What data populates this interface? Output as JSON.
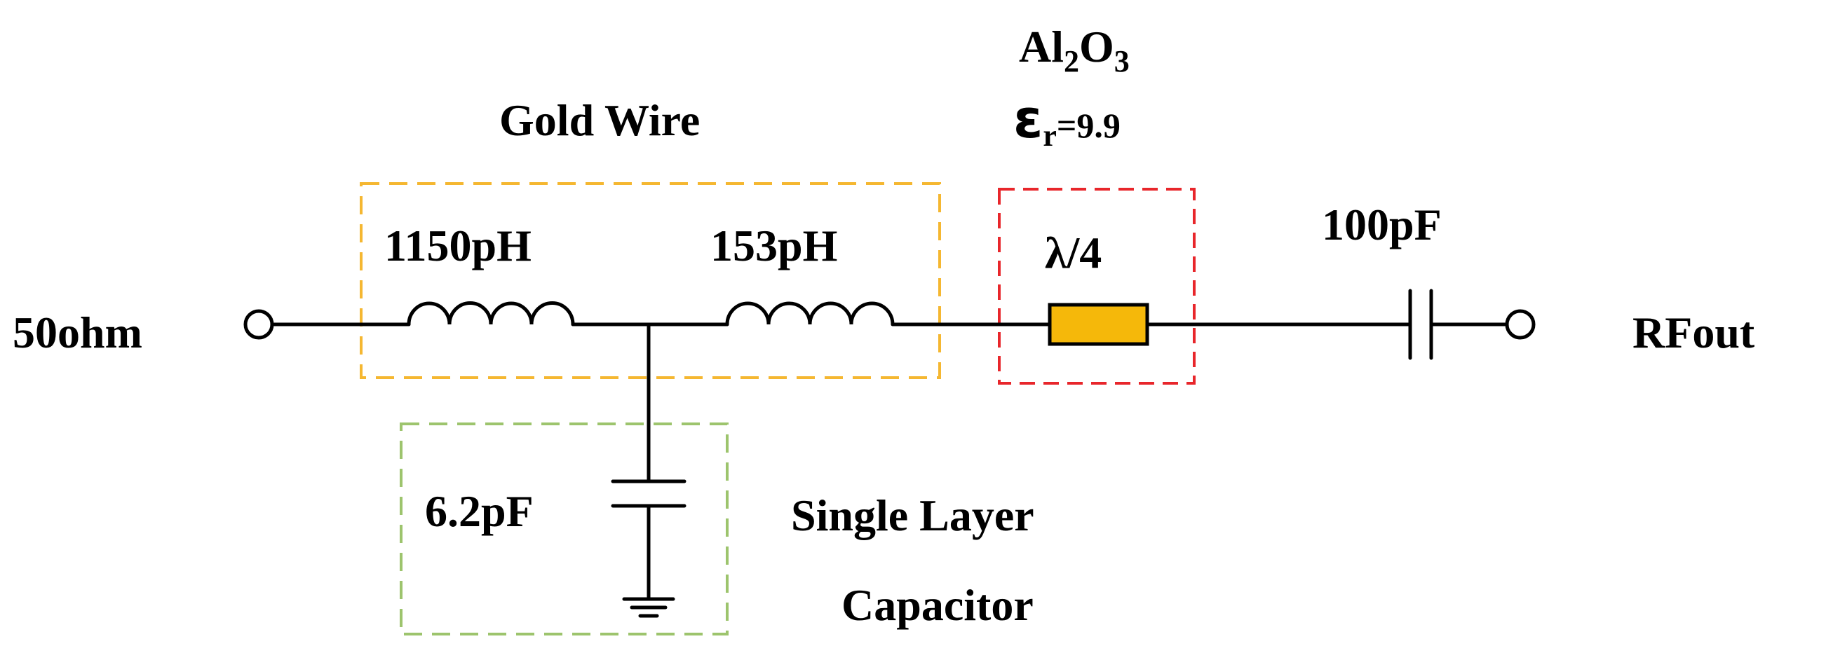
{
  "labels": {
    "input_port": "50ohm",
    "output_port": "RFout",
    "gold_wire": "Gold Wire",
    "substrate_material_base": "Al",
    "substrate_material_sub1": "2",
    "substrate_material_mid": "O",
    "substrate_material_sub2": "3",
    "permittivity_symbol": "ε",
    "permittivity_sub": "r",
    "permittivity_value": "=9.9",
    "inductor_1": "1150pH",
    "inductor_2": "153pH",
    "transmission_line": "λ/4",
    "capacitor_output": "100pF",
    "capacitor_shunt": "6.2pF",
    "slc_line1": "Single Layer",
    "slc_line2": "Capacitor"
  },
  "colors": {
    "gold_wire_box": "#f5b731",
    "alumina_box": "#e8262b",
    "slc_box": "#9dc46d",
    "transmission_line_fill": "#f5b80a",
    "wire": "#000000"
  }
}
